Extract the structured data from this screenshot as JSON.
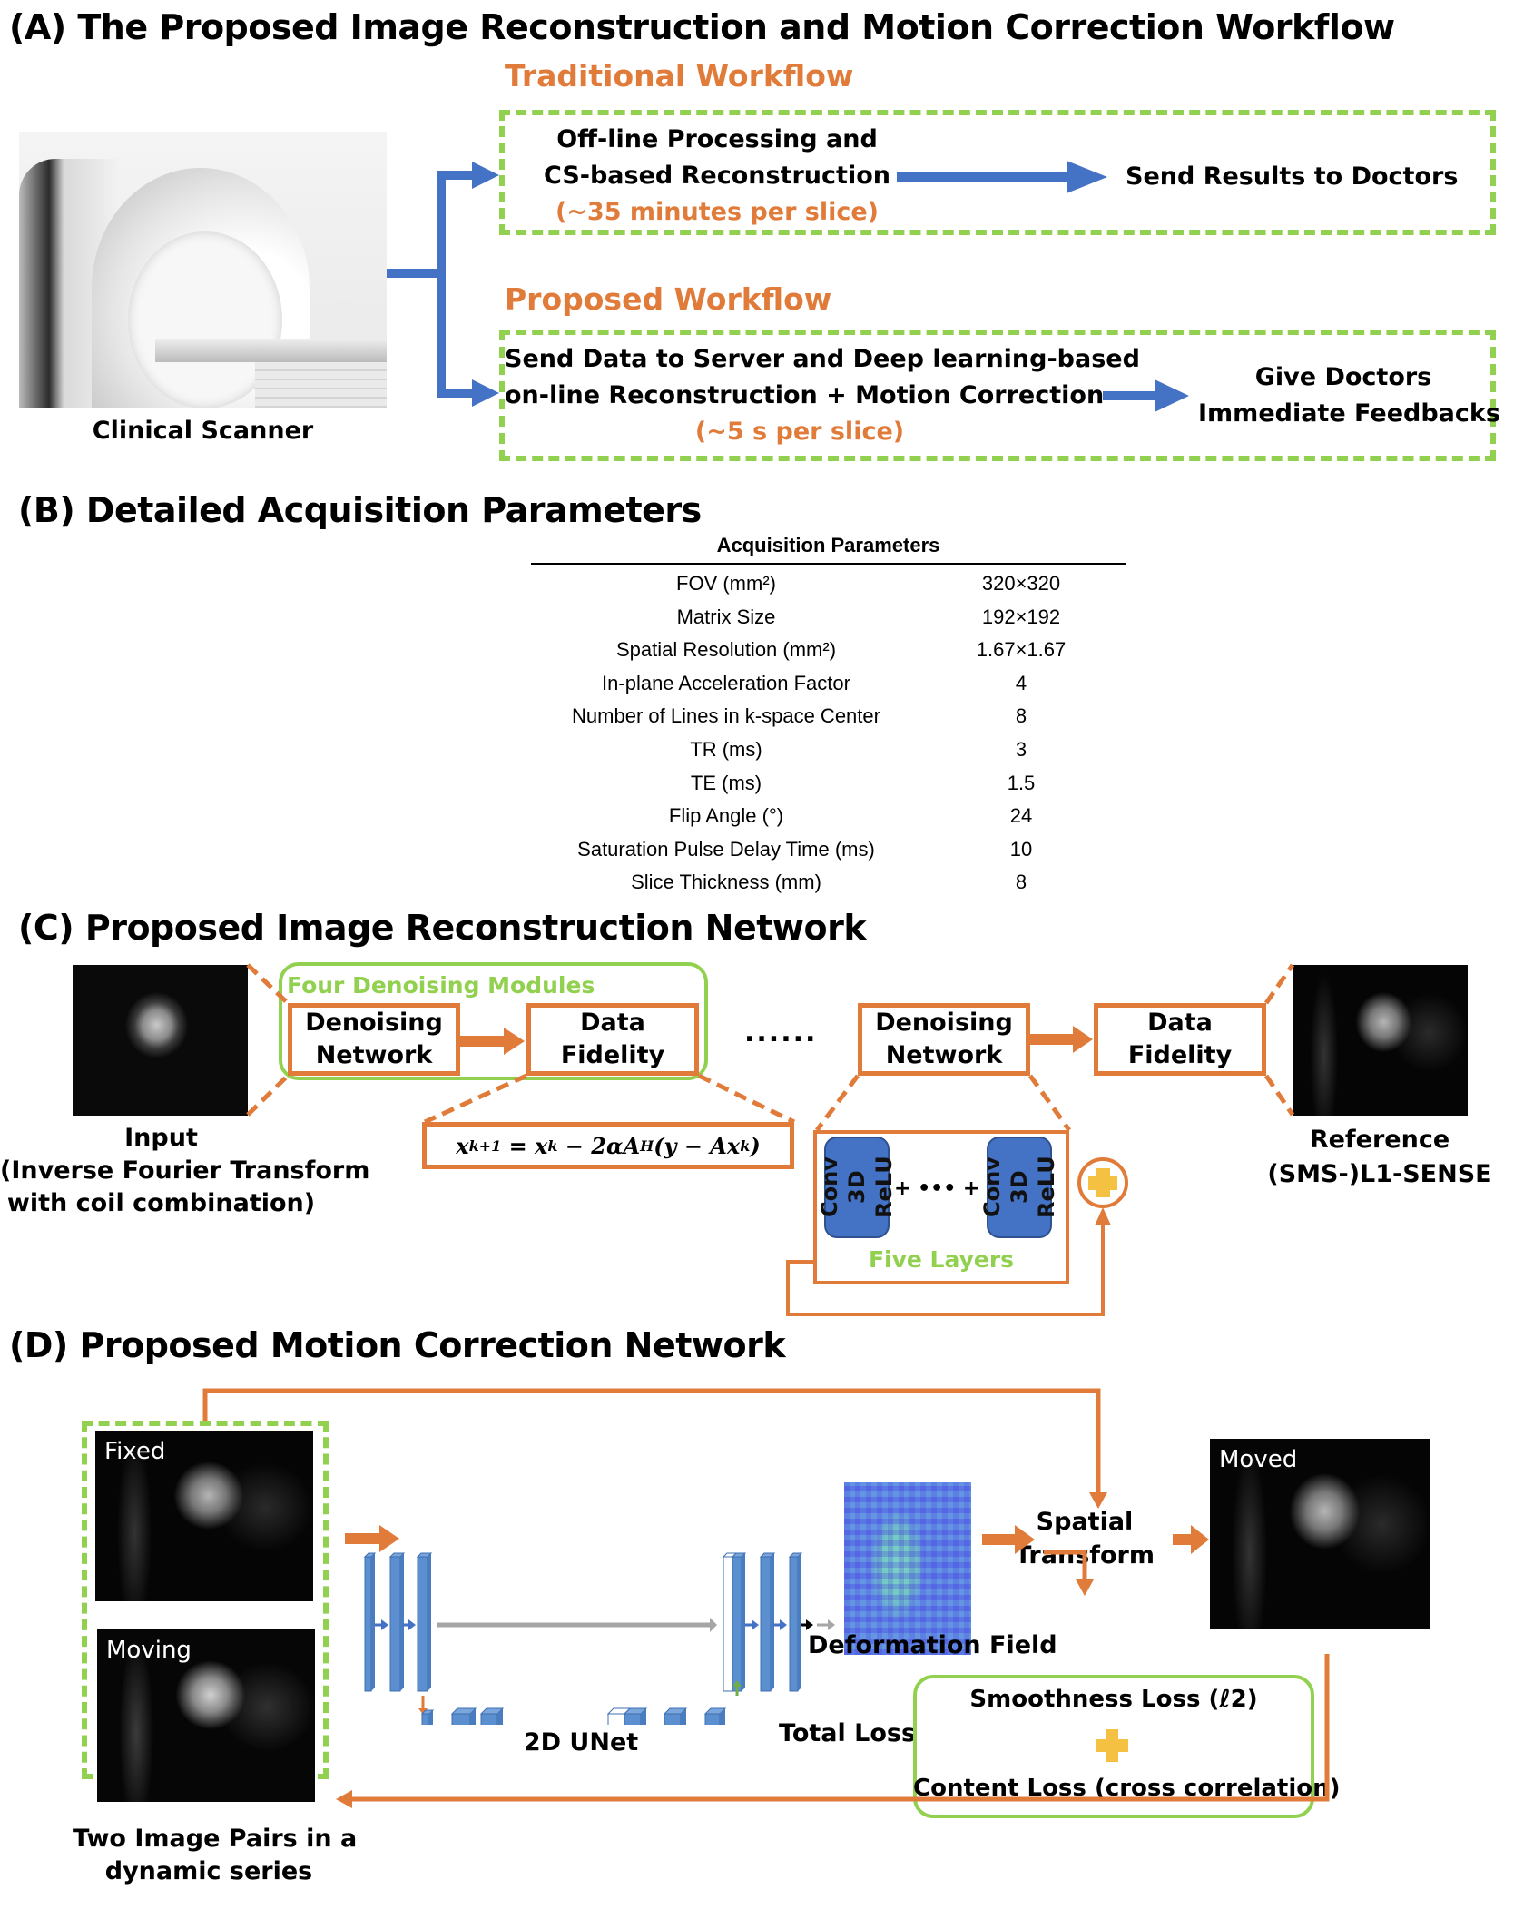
{
  "sectionA": {
    "title": "(A) The Proposed Image Reconstruction and Motion Correction Workflow",
    "scanner_label": "Clinical Scanner",
    "traditional": {
      "heading": "Traditional Workflow",
      "step1_line1": "Off-line Processing and",
      "step1_line2": "CS-based Reconstruction",
      "time": "(~35 minutes per slice)",
      "step2": "Send Results to Doctors"
    },
    "proposed": {
      "heading": "Proposed Workflow",
      "step1_line1": "Send Data to Server and Deep learning-based",
      "step1_line2": "on-line Reconstruction + Motion Correction",
      "time": "(~5 s per slice)",
      "step2_line1": "Give Doctors",
      "step2_line2": "Immediate Feedbacks"
    }
  },
  "sectionB": {
    "title": "(B) Detailed Acquisition Parameters",
    "table_header": "Acquisition Parameters",
    "rows": [
      {
        "param": "FOV (mm²)",
        "value": "320×320"
      },
      {
        "param": "Matrix Size",
        "value": "192×192"
      },
      {
        "param": "Spatial Resolution (mm²)",
        "value": "1.67×1.67"
      },
      {
        "param": "In-plane Acceleration Factor",
        "value": "4"
      },
      {
        "param": "Number of Lines in k-space Center",
        "value": "8"
      },
      {
        "param": "TR (ms)",
        "value": "3"
      },
      {
        "param": "TE (ms)",
        "value": "1.5"
      },
      {
        "param": "Flip Angle (°)",
        "value": "24"
      },
      {
        "param": "Saturation Pulse Delay Time (ms)",
        "value": "10"
      },
      {
        "param": "Slice Thickness (mm)",
        "value": "8"
      }
    ]
  },
  "sectionC": {
    "title": "(C) Proposed Image Reconstruction Network",
    "modules_label": "Four Denoising Modules",
    "denoise_line1": "Denoising",
    "denoise_line2": "Network",
    "fidelity_line1": "Data",
    "fidelity_line2": "Fidelity",
    "ellipsis": "......",
    "equation": "x_{k+1} = x_k − 2αA^H(y − Ax_k)",
    "eq_lhs": "x",
    "eq_lhs_sub": "k+1",
    "eq_mid": " = x",
    "eq_mid_sub": "k",
    "eq_rhs": " − 2αA",
    "eq_rhs_sup": "H",
    "eq_tail": "(y − Ax",
    "eq_tail_sub": "k",
    "eq_close": ")",
    "conv_line1": "Conv 3D",
    "conv_line2": "ReLU",
    "conv_sep": "+ ••• +",
    "five_layers": "Five Layers",
    "input_line1": "Input",
    "input_line2": "(Inverse Fourier Transform",
    "input_line3": "with coil combination)",
    "reference_line1": "Reference",
    "reference_line2": "(SMS-)L1-SENSE"
  },
  "sectionD": {
    "title": "(D) Proposed Motion Correction Network",
    "fixed_label": "Fixed",
    "moving_label": "Moving",
    "moved_label": "Moved",
    "pairs_line1": "Two Image Pairs in a",
    "pairs_line2": "dynamic series",
    "unet_label": "2D UNet",
    "deformation_label": "Deformation Field",
    "spatial_line1": "Spatial",
    "spatial_line2": "Transform",
    "total_loss": "Total Loss",
    "smoothness_loss": "Smoothness Loss (ℓ2)",
    "content_loss": "Content Loss (cross correlation)"
  },
  "colors": {
    "orange": "#e07b39",
    "green": "#92d050",
    "blue_arrow": "#4472c4",
    "unet_block": "#5b8fd0",
    "plus_yellow": "#f4c142"
  }
}
